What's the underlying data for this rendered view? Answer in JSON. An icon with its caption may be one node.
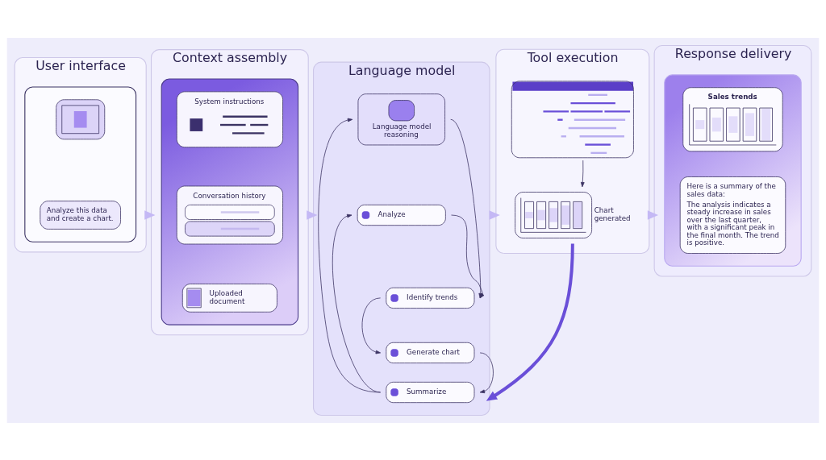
{
  "diagram": {
    "nodes": [
      {
        "text": [
          "User interface"
        ]
      },
      {
        "text": [],
        "shape": "box",
        "in": 0
      },
      {
        "text": [],
        "shape": "box",
        "in": 1
      },
      {
        "text": [
          "Analyze this data and create a chart."
        ],
        "in": 1
      },
      {
        "text": [
          "Context assembly"
        ]
      },
      {
        "text": [],
        "shape": "box",
        "in": 4
      },
      {
        "text": [
          "System instructions"
        ],
        "in": 5
      },
      {
        "text": [
          "Conversation history"
        ],
        "in": 5
      },
      {
        "text": [
          "Uploaded document"
        ],
        "in": 5
      },
      {
        "text": [
          "Language model"
        ]
      },
      {
        "text": [
          "Language model reasoning"
        ],
        "in": 9
      },
      {
        "text": [
          "Analyze"
        ],
        "in": 9
      },
      {
        "text": [
          "Identify trends"
        ],
        "in": 9
      },
      {
        "text": [
          "Generate chart"
        ],
        "in": 9
      },
      {
        "text": [
          "Summarize"
        ],
        "in": 9
      },
      {
        "text": [
          "Tool execution"
        ]
      },
      {
        "text": [],
        "shape": "picture",
        "in": 15
      },
      {
        "text": [],
        "shape": "picture",
        "in": 15,
        "beside": [
          "Chart generated"
        ]
      },
      {
        "text": [
          "Response delivery"
        ]
      },
      {
        "text": [],
        "shape": "box",
        "in": 18
      },
      {
        "text": [
          "Sales trends"
        ],
        "in": 19
      },
      {
        "text": [
          "Here is a summary of the sales data:",
          "The analysis indicates a steady increase in sales over the last quarter, with a significant peak in the final month. The trend is positive."
        ],
        "in": 19
      }
    ],
    "edges": [
      {
        "from": 0,
        "to": 4,
        "arrow": "to",
        "style": "thick",
        "color": "#c4b8f5"
      },
      {
        "from": 4,
        "to": 9,
        "arrow": "to",
        "style": "thick",
        "color": "#c4b8f5"
      },
      {
        "from": 9,
        "to": 15,
        "arrow": "to",
        "style": "thick",
        "color": "#c4b8f5"
      },
      {
        "from": 15,
        "to": 18,
        "arrow": "to",
        "style": "thick",
        "color": "#c4b8f5"
      },
      {
        "from": 16,
        "to": 17,
        "arrow": "to"
      },
      {
        "from": 17,
        "to": 9,
        "arrow": "to",
        "style": "thick",
        "color": "#6a4fd8"
      },
      {
        "from": 10,
        "to": 12,
        "arrow": "to"
      },
      {
        "from": 11,
        "to": 12,
        "arrow": "to"
      },
      {
        "from": 14,
        "to": 11,
        "arrow": "to"
      },
      {
        "from": 12,
        "to": 13,
        "arrow": "to"
      },
      {
        "from": 13,
        "to": 14,
        "arrow": "to"
      },
      {
        "from": 14,
        "to": 10,
        "arrow": "to"
      }
    ]
  }
}
